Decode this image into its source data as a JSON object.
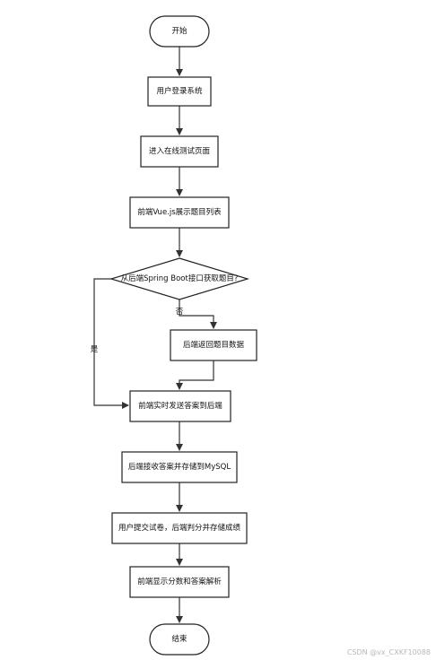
{
  "nodes": {
    "start": "开始",
    "login": "用户登录系统",
    "enter_test": "进入在线测试页面",
    "show_questions": "前端Vue.js展示题目列表",
    "decision": "从后端Spring Boot接口获取题目?",
    "return_data": "后端返回题目数据",
    "send_answers": "前端实时发送答案到后端",
    "store_answers": "后端接收答案并存储到MySQL",
    "submit": "用户提交试卷，后端判分并存储成绩",
    "show_score": "前端显示分数和答案解析",
    "end": "结束"
  },
  "edges": {
    "no_label": "否",
    "yes_label": "是"
  },
  "watermark": "CSDN @vx_CXKF10088"
}
